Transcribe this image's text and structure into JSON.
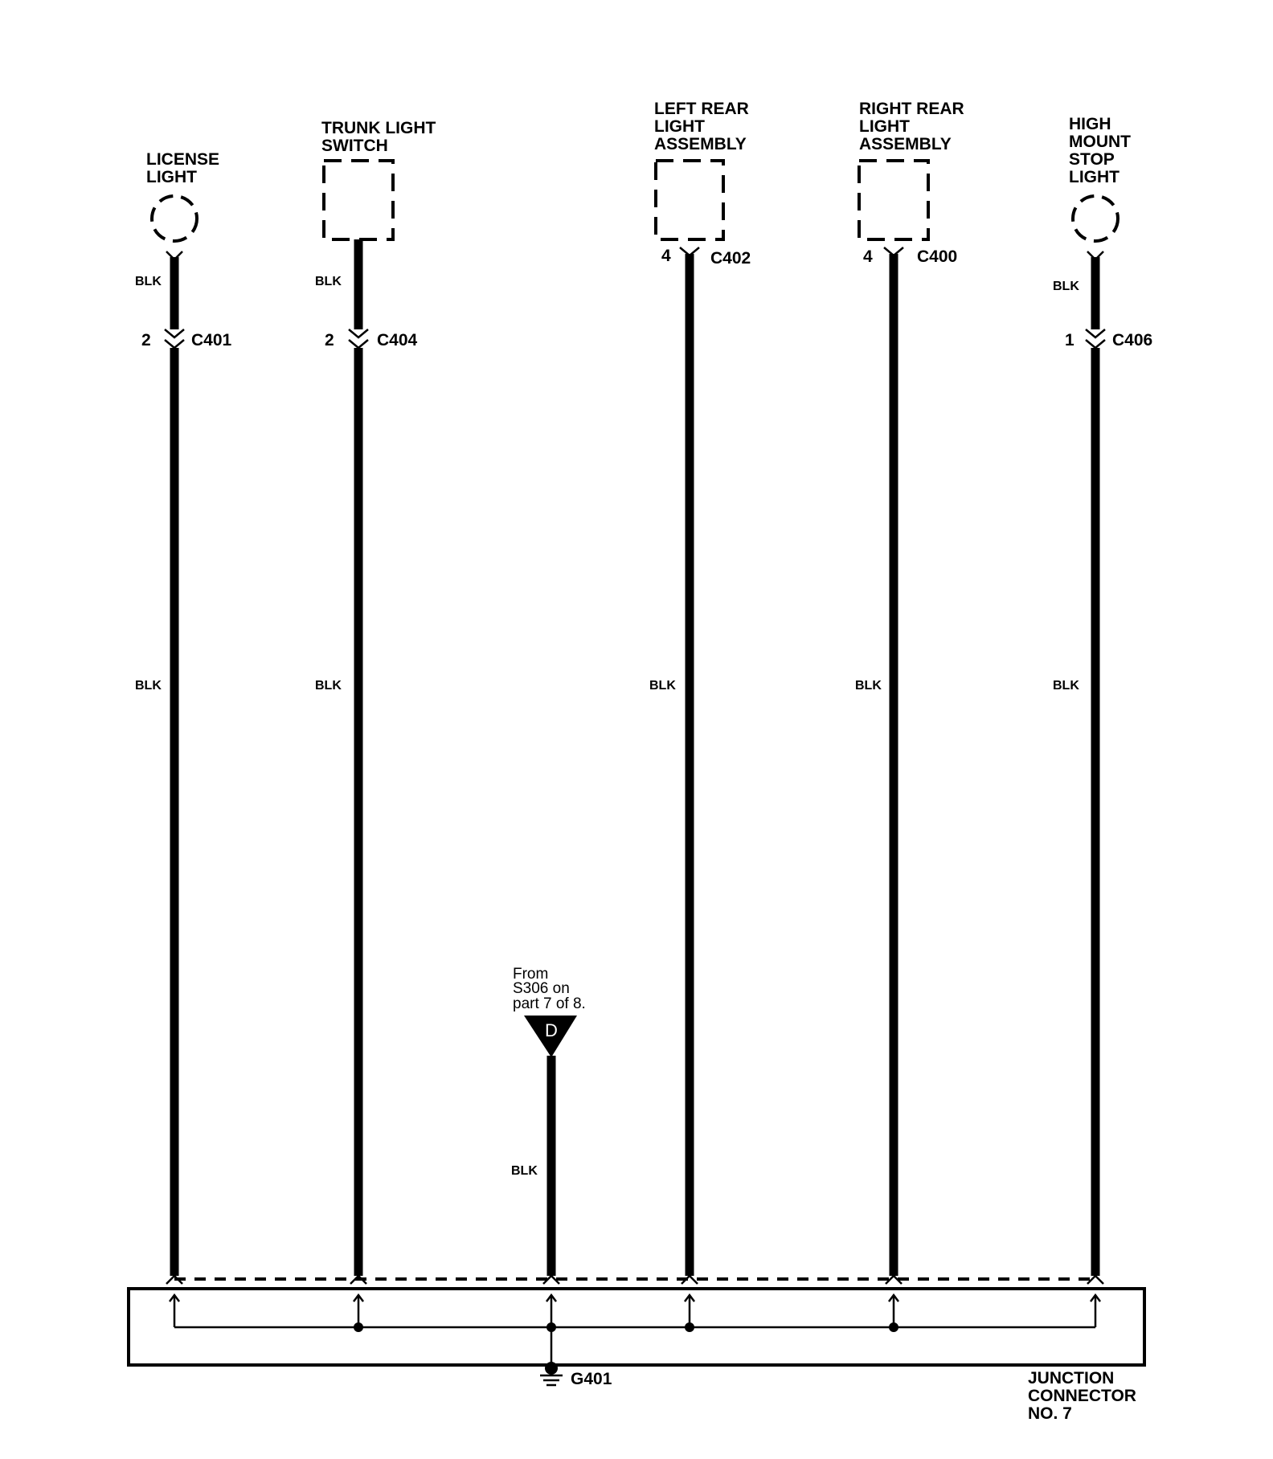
{
  "components": {
    "license_light": [
      "LICENSE",
      "LIGHT"
    ],
    "trunk_light_switch": [
      "TRUNK LIGHT",
      "SWITCH"
    ],
    "left_rear_light": [
      "LEFT REAR",
      "LIGHT",
      "ASSEMBLY"
    ],
    "right_rear_light": [
      "RIGHT REAR",
      "LIGHT",
      "ASSEMBLY"
    ],
    "high_mount_stop_light": [
      "HIGH",
      "MOUNT",
      "STOP",
      "LIGHT"
    ]
  },
  "connectors": {
    "c401": {
      "pin": "2",
      "name": "C401"
    },
    "c404": {
      "pin": "2",
      "name": "C404"
    },
    "c402": {
      "pin": "4",
      "name": "C402"
    },
    "c400": {
      "pin": "4",
      "name": "C400"
    },
    "c406": {
      "pin": "1",
      "name": "C406"
    }
  },
  "wire_color": "BLK",
  "offpage": {
    "note": [
      "From",
      "S306 on",
      "part 7 of 8."
    ],
    "letter": "D"
  },
  "ground": "G401",
  "junction": [
    "JUNCTION",
    "CONNECTOR",
    "NO. 7"
  ]
}
